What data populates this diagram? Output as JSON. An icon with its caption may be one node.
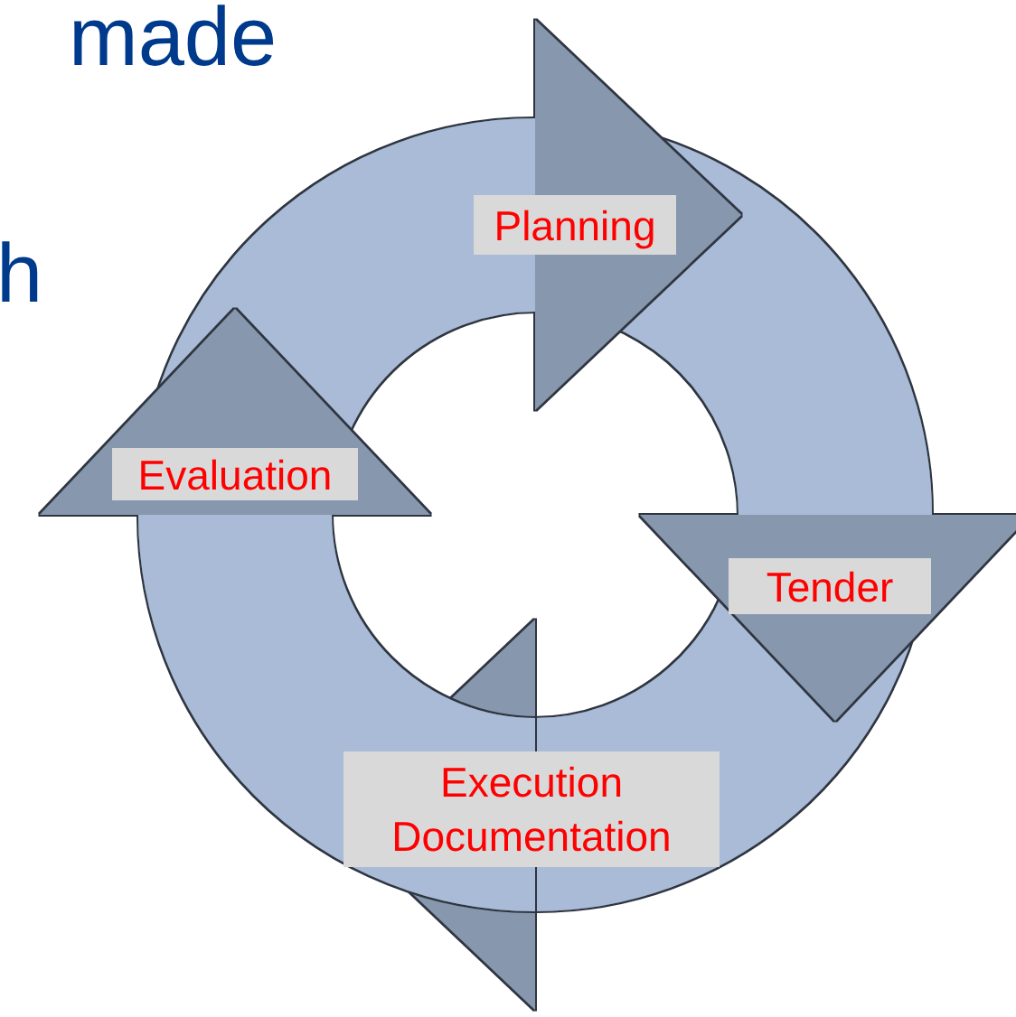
{
  "diagram": {
    "nodes": [
      {
        "text": [
          "Planning"
        ]
      },
      {
        "text": [
          "Tender"
        ]
      },
      {
        "text": [
          "Execution Documentation"
        ]
      },
      {
        "text": [
          "Evaluation"
        ]
      }
    ],
    "edges": [
      {
        "from": 3,
        "to": 0,
        "arrow": "to"
      },
      {
        "from": 0,
        "to": 1,
        "arrow": "to"
      },
      {
        "from": 1,
        "to": 2,
        "arrow": "to"
      },
      {
        "from": 2,
        "to": 3,
        "arrow": "to"
      }
    ],
    "labels": [
      "made",
      "h"
    ]
  }
}
